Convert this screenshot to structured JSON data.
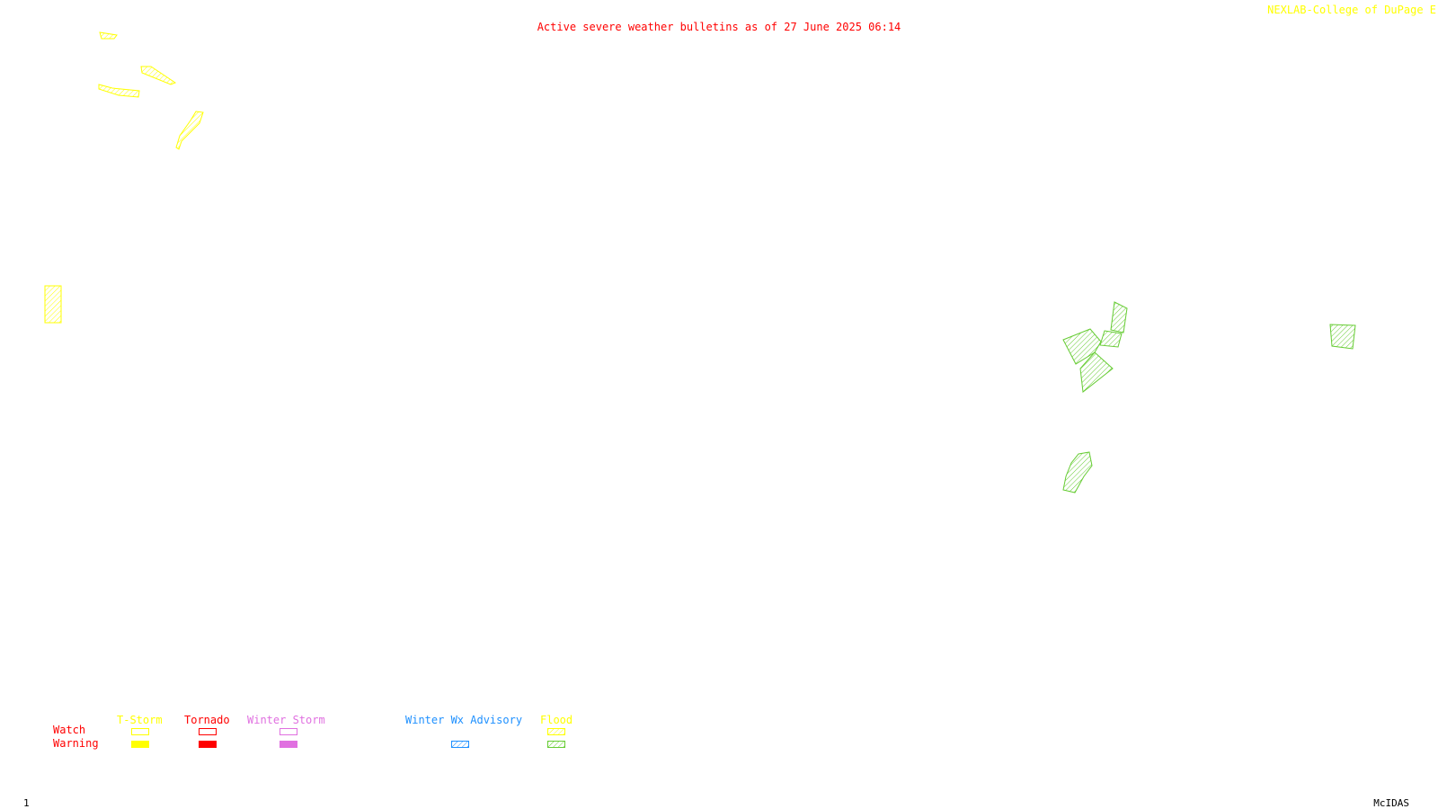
{
  "title": "Active severe weather bulletins as of 27 June 2025 06:14",
  "credit": "NEXLAB-College of DuPage E",
  "frame_number": "1",
  "software": "McIDAS",
  "colors": {
    "title": "#ff0000",
    "tstorm": "#ffff00",
    "tornado": "#ff0000",
    "winter_storm": "#e070e0",
    "winter_wx_advisory": "#1e90ff",
    "flood": "#66cc33"
  },
  "legend": {
    "rows": {
      "watch": "Watch",
      "warning": "Warning"
    },
    "categories": {
      "tstorm": "T-Storm",
      "tornado": "Tornado",
      "winter_storm": "Winter Storm",
      "winter_wx_advisory": "Winter Wx Advisory",
      "flood": "Flood"
    }
  }
}
